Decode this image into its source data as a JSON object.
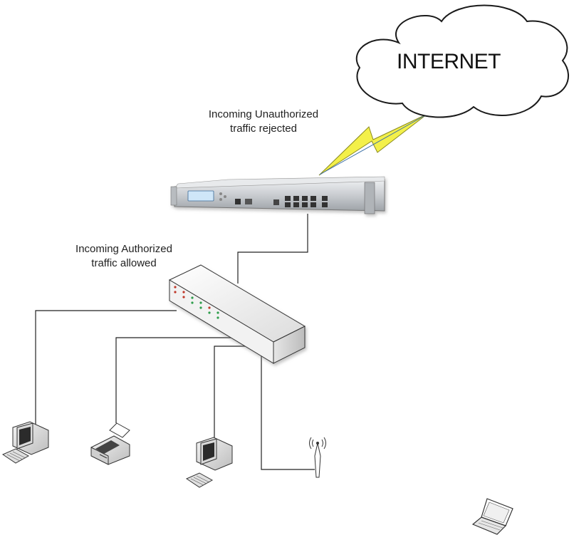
{
  "cloud": {
    "label": "INTERNET"
  },
  "labels": {
    "rejected_line1": "Incoming Unauthorized",
    "rejected_line2": "traffic rejected",
    "allowed_line1": "Incoming Authorized",
    "allowed_line2": "traffic allowed"
  },
  "devices": [
    "firewall-appliance",
    "network-switch",
    "desktop-computer",
    "printer",
    "desktop-computer",
    "wireless-access-point",
    "laptop"
  ],
  "colors": {
    "lightning": "#f3f04a",
    "lightning_stroke": "#8a8a20",
    "wire": "#222222",
    "appliance": "#c9ccd0"
  }
}
